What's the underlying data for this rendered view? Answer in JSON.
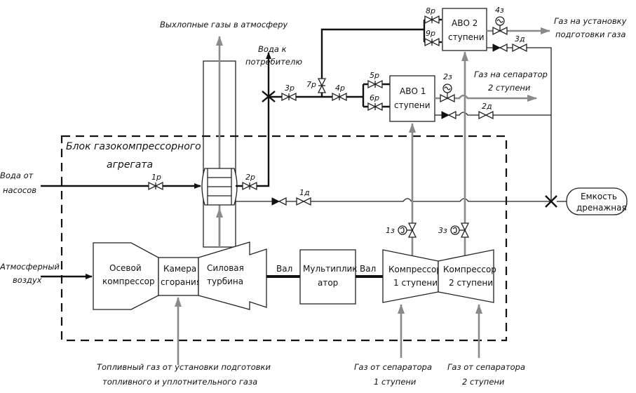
{
  "colors": {
    "line": "#111111",
    "gas_line": "#8a8a8a",
    "background": "#ffffff"
  },
  "block_title": [
    "Блок газокомпрессорного",
    "агрегата"
  ],
  "flows": {
    "exhaust": "Выхлопные газы в атмосферу",
    "water_to_consumer": [
      "Вода к",
      "потребителю"
    ],
    "water_from_pumps": [
      "Вода от",
      "насосов"
    ],
    "atmospheric_air": [
      "Атмосферный",
      "воздух"
    ],
    "fuel_gas": [
      "Топливный газ от установки подготовки",
      "топливного  и уплотнительного газа"
    ],
    "gas_from_sep1": [
      "Газ от сепаратора",
      "1 ступени"
    ],
    "gas_from_sep2": [
      "Газ от сепаратора",
      "2 ступени"
    ],
    "gas_to_sep2": [
      "Газ на сепаратор",
      "2 ступени"
    ],
    "gas_to_treatment": [
      "Газ на установку",
      "подготовки газа"
    ]
  },
  "equipment": {
    "axial_compressor": [
      "Осевой",
      "компрессор"
    ],
    "combustion_chamber": [
      "Камера",
      "сгорания"
    ],
    "power_turbine": [
      "Силовая",
      "турбина"
    ],
    "shaft1": "Вал",
    "shaft2": "Вал",
    "multiplier": [
      "Мультиплик",
      "атор"
    ],
    "compressor1": [
      "Компрессор",
      "1 ступени"
    ],
    "compressor2": [
      "Компрессор",
      "2 ступени"
    ],
    "avo1": [
      "АВО 1",
      "ступени"
    ],
    "avo2": [
      "АВО 2",
      "ступени"
    ],
    "drain_tank": [
      "Емкость",
      "дренажная"
    ]
  },
  "valves": {
    "v1r": "1р",
    "v2r": "2р",
    "v3r": "3р",
    "v4r": "4р",
    "v5r": "5р",
    "v6r": "6р",
    "v7r": "7р",
    "v8r": "8р",
    "v9r": "9р",
    "v1d": "1д",
    "v2d": "2д",
    "v3d": "3д",
    "v1z": "1з",
    "v2z": "2з",
    "v3z": "3з",
    "v4z": "4з"
  }
}
